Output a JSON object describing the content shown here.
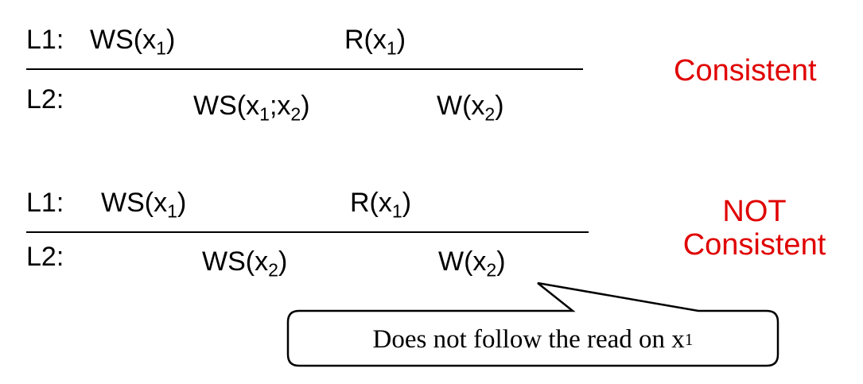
{
  "colors": {
    "ink": "#000000",
    "verdict": "#e00000",
    "background": "#ffffff"
  },
  "example_consistent": {
    "l1_label": "L1:",
    "l1_ws_pre": "WS(x",
    "l1_ws_sub": "1",
    "l1_ws_post": ")",
    "l1_r_pre": "R(x",
    "l1_r_sub": "1",
    "l1_r_post": ")",
    "l2_label": "L2:",
    "l2_ws_pre": "WS(x",
    "l2_ws_sub1": "1",
    "l2_ws_mid": ";x",
    "l2_ws_sub2": "2",
    "l2_ws_post": ")",
    "l2_w_pre": "W(x",
    "l2_w_sub": "2",
    "l2_w_post": ")",
    "verdict": "Consistent"
  },
  "example_not_consistent": {
    "l1_label": "L1:",
    "l1_ws_pre": "WS(x",
    "l1_ws_sub": "1",
    "l1_ws_post": ")",
    "l1_r_pre": "R(x",
    "l1_r_sub": "1",
    "l1_r_post": ")",
    "l2_label": "L2:",
    "l2_ws_pre": "WS(x",
    "l2_ws_sub": "2",
    "l2_ws_post": ")",
    "l2_w_pre": "W(x",
    "l2_w_sub": "2",
    "l2_w_post": ")",
    "verdict_line1": "NOT",
    "verdict_line2": "Consistent"
  },
  "callout": {
    "text": "Does not follow the read on x",
    "sub": "1"
  }
}
